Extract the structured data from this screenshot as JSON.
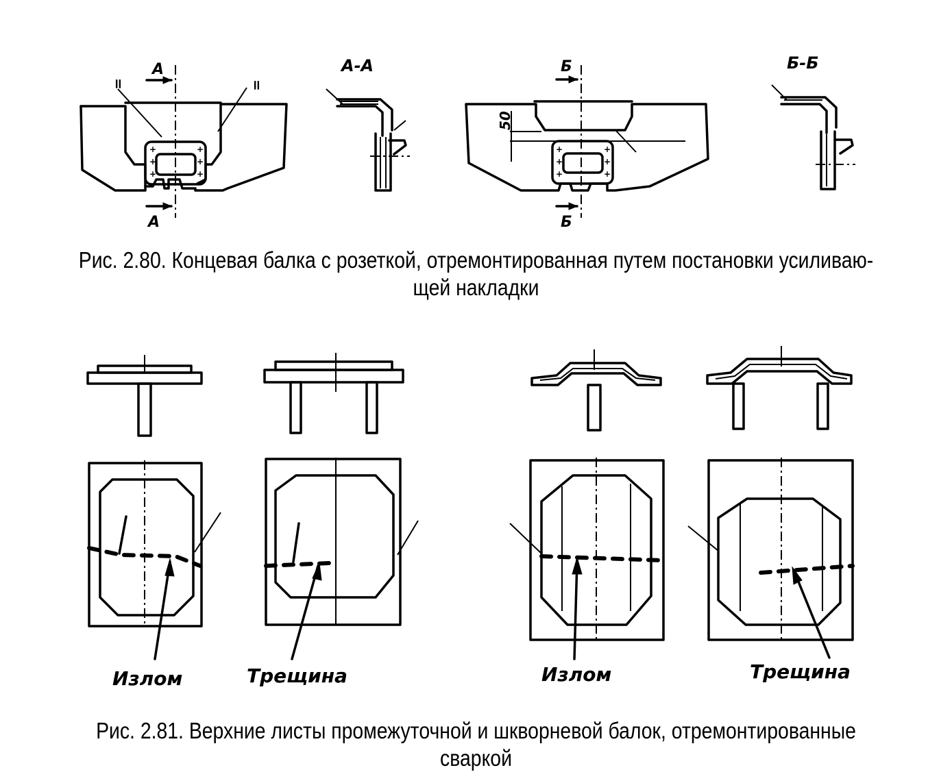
{
  "figure_280": {
    "caption_line1": "Рис. 2.80. Концевая балка с розеткой, отремонтированная путем постановки усиливаю-",
    "caption_line2": "щей накладки",
    "section_a_top": "А",
    "section_a_bottom": "А",
    "section_a_view": "А-А",
    "section_b_top": "Б",
    "section_b_bottom": "Б",
    "section_b_view": "Б-Б",
    "dimension": "50"
  },
  "figure_281": {
    "caption_line1": "Рис. 2.81. Верхние листы промежуточной и шкворневой балок, отремонтированные",
    "caption_line2": "сваркой",
    "labels": [
      "Излом",
      "Трещина",
      "Излом",
      "Трещина"
    ]
  }
}
